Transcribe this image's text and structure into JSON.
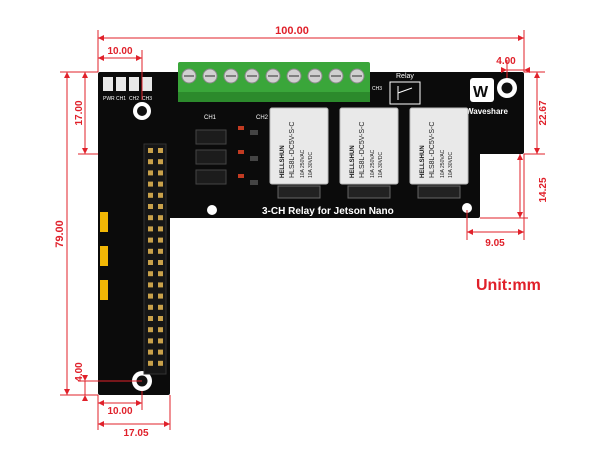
{
  "dimensions": {
    "width_total": "100.00",
    "top_left_offset": "10.00",
    "top_right_offset": "4.00",
    "left_top_height": "17.00",
    "left_total_height": "79.00",
    "left_bottom_offset": "4.00",
    "bottom_left_offset": "10.00",
    "bottom_width": "17.05",
    "right_top_height": "22.67",
    "right_bottom_height": "14.25",
    "right_bottom_offset": "9.05"
  },
  "unit_label": "Unit:mm",
  "board": {
    "title": "3-CH Relay for Jetson Nano",
    "relay_label": "Relay",
    "brand": "Waveshare",
    "ch1": "CH1",
    "ch2": "CH2",
    "ch3": "CH3",
    "led_labels": [
      "PWR",
      "CH1",
      "CH2",
      "CH3"
    ],
    "relay_brand": "HELLSHUN",
    "relay_model": "HLS8L-DC5V-S-C",
    "relay_rating_a": "10A 250VAC",
    "relay_rating_b": "10A 30VDC"
  },
  "colors": {
    "dimension": "#e0202a",
    "pcb": "#0b0b0b",
    "terminal": "#3aa63a",
    "relay_body": "#e9e9e9",
    "jumper": "#f2b705"
  }
}
